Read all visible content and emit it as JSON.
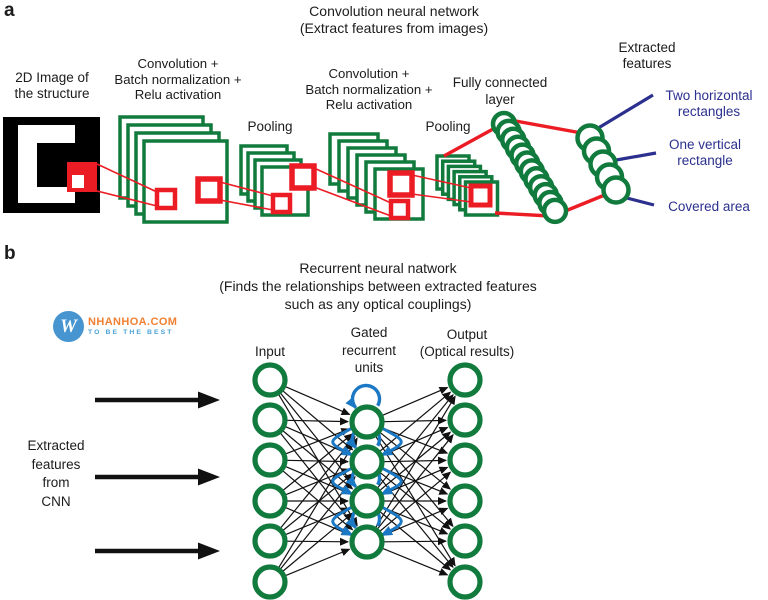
{
  "colors": {
    "green": "#117a3d",
    "red": "#ec1c24",
    "black": "#111111",
    "loop_blue": "#1b78c4",
    "label_blue": "#2b2f8e",
    "watermark_orange": "#f08033",
    "watermark_blue": "#4aa3d8"
  },
  "panel_a": {
    "label": "a",
    "title": "Convolution neural network\n(Extract features from images)",
    "input_label": "2D Image of\nthe structure",
    "conv1_label": "Convolution +\nBatch normalization +\nRelu activation",
    "pooling1_label": "Pooling",
    "conv2_label": "Convolution +\nBatch normalization +\nRelu activation",
    "pooling2_label": "Pooling",
    "fc_label": "Fully connected\nlayer",
    "extracted_label": "Extracted\nfeatures",
    "feature_labels": [
      "Two horizontal\nrectangles",
      "One vertical\nrectangle",
      "Covered area"
    ]
  },
  "panel_b": {
    "label": "b",
    "title": "Recurrent neural natwork\n(Finds the relationships between extracted features\nsuch as any optical couplings)",
    "input_label": "Input",
    "gru_label": "Gated\nrecurrent\nunits",
    "output_label": "Output\n(Optical results)",
    "source_label": "Extracted\nfeatures\nfrom\nCNN"
  },
  "watermark": {
    "monogram": "W",
    "name": "NHANHOA.COM",
    "tagline": "TO BE THE BEST"
  }
}
